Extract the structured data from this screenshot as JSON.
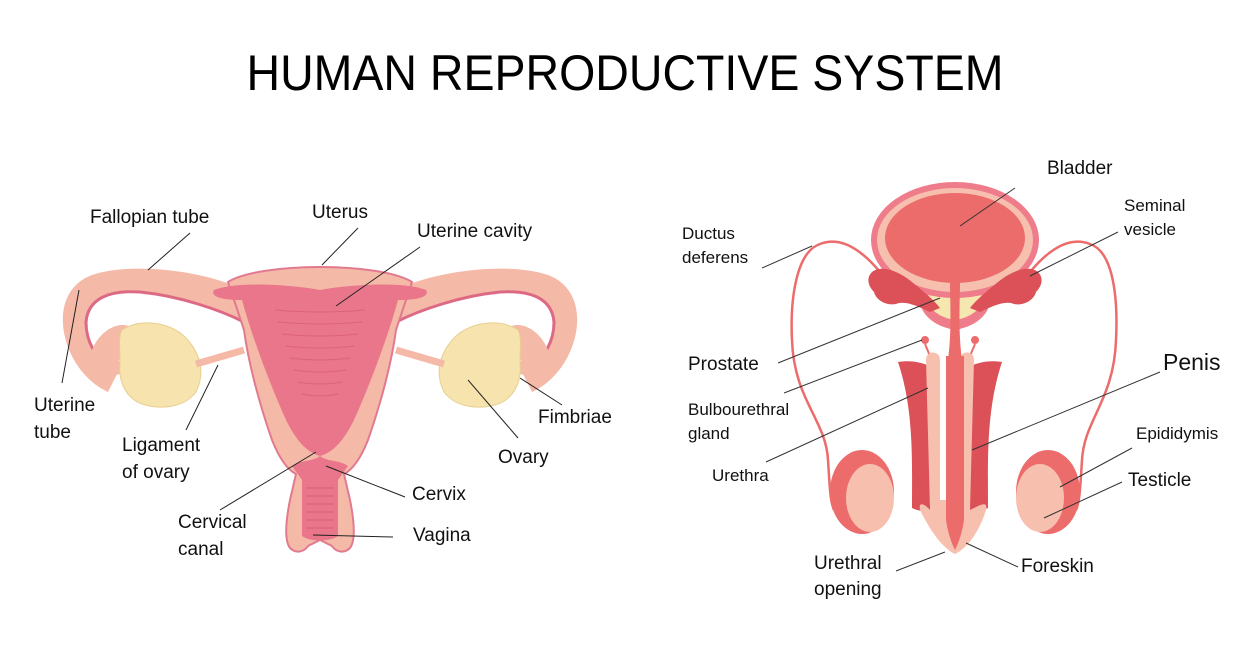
{
  "title": "HUMAN REPRODUCTIVE SYSTEM",
  "colors": {
    "tissue_light": "#f5b9a8",
    "tissue_pink": "#e9768a",
    "tissue_edge": "#dd6a85",
    "ovary": "#f6e3ad",
    "male_red": "#ec6b6b",
    "male_dark": "#dc5058",
    "male_light": "#f7bfae",
    "bladder_rim": "#ee7c8a",
    "prostate": "#f6e6b0",
    "leader_line": "#222222"
  },
  "female": {
    "labels": {
      "fallopian_tube": "Fallopian tube",
      "uterus": "Uterus",
      "uterine_cavity": "Uterine cavity",
      "uterine_tube_1": "Uterine",
      "uterine_tube_2": "tube",
      "ligament_1": "Ligament",
      "ligament_2": "of ovary",
      "fimbriae": "Fimbriae",
      "ovary": "Ovary",
      "cervix": "Cervix",
      "cervical_canal_1": "Cervical",
      "cervical_canal_2": "canal",
      "vagina": "Vagina"
    }
  },
  "male": {
    "labels": {
      "bladder": "Bladder",
      "seminal_vesicle_1": "Seminal",
      "seminal_vesicle_2": "vesicle",
      "ductus_deferens_1": "Ductus",
      "ductus_deferens_2": "deferens",
      "prostate": "Prostate",
      "penis": "Penis",
      "bulbourethral_1": "Bulbourethral",
      "bulbourethral_2": "gland",
      "urethra": "Urethra",
      "epididymis": "Epididymis",
      "testicle": "Testicle",
      "urethral_opening_1": "Urethral",
      "urethral_opening_2": "opening",
      "foreskin": "Foreskin"
    }
  }
}
